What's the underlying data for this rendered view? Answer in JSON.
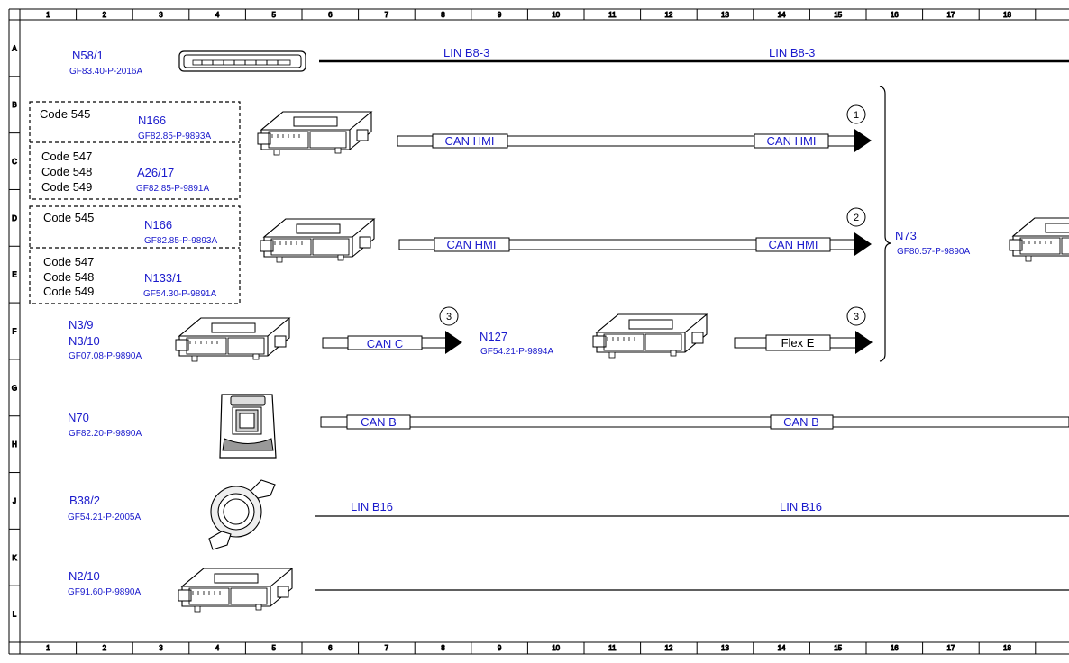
{
  "grid": {
    "columns": [
      "1",
      "2",
      "3",
      "4",
      "5",
      "6",
      "7",
      "8",
      "9",
      "10",
      "11",
      "12",
      "13",
      "14",
      "15",
      "16",
      "17",
      "18"
    ],
    "rows": [
      "A",
      "B",
      "C",
      "D",
      "E",
      "F",
      "G",
      "H",
      "J",
      "K",
      "L"
    ]
  },
  "components": {
    "n58_1": {
      "name": "N58/1",
      "ref": "GF83.40-P-2016A"
    },
    "n166_a": {
      "name": "N166",
      "ref": "GF82.85-P-9893A"
    },
    "a26_17": {
      "name": "A26/17",
      "ref": "GF82.85-P-9891A"
    },
    "n166_b": {
      "name": "N166",
      "ref": "GF82.85-P-9893A"
    },
    "n133_1": {
      "name": "N133/1",
      "ref": "GF54.30-P-9891A"
    },
    "n3_9": {
      "name": "N3/9",
      "name2": "N3/10",
      "ref": "GF07.08-P-9890A"
    },
    "n127": {
      "name": "N127",
      "ref": "GF54.21-P-9894A"
    },
    "n73": {
      "name": "N73",
      "ref": "GF80.57-P-9890A"
    },
    "n70": {
      "name": "N70",
      "ref": "GF82.20-P-9890A"
    },
    "b38_2": {
      "name": "B38/2",
      "ref": "GF54.21-P-2005A"
    },
    "n2_10": {
      "name": "N2/10",
      "ref": "GF91.60-P-9890A"
    }
  },
  "codes": {
    "box1_top": "Code 545",
    "box1_bottom": [
      "Code 547",
      "Code 548",
      "Code 549"
    ],
    "box2_top": "Code 545",
    "box2_bottom": [
      "Code 547",
      "Code 548",
      "Code 549"
    ]
  },
  "buses": {
    "lin_b8_3_a": "LIN B8-3",
    "lin_b8_3_b": "LIN B8-3",
    "can_hmi_1a": "CAN HMI",
    "can_hmi_1b": "CAN HMI",
    "can_hmi_2a": "CAN HMI",
    "can_hmi_2b": "CAN HMI",
    "can_c": "CAN C",
    "flex_e": "Flex E",
    "can_b_a": "CAN B",
    "can_b_b": "CAN B",
    "lin_b16_a": "LIN B16",
    "lin_b16_b": "LIN B16"
  },
  "markers": {
    "m1": "1",
    "m2": "2",
    "m3a": "3",
    "m3b": "3"
  },
  "colors": {
    "reference_text": "#1a1acc",
    "line": "#000000"
  }
}
